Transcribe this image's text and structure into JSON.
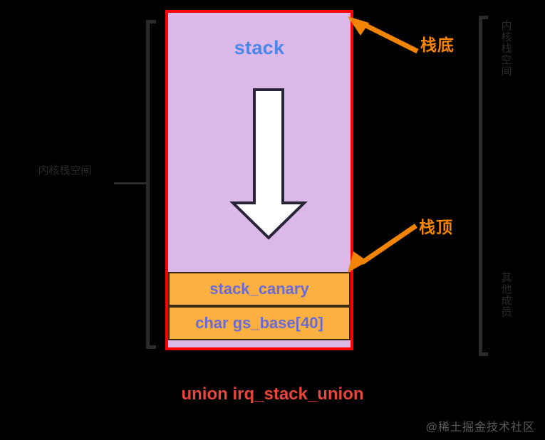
{
  "diagram": {
    "caption": "union irq_stack_union",
    "stack": {
      "label": "stack",
      "arrow_icon": "down-arrow-icon",
      "fill_color": "#DCB8E8",
      "text_color": "#4A86E8"
    },
    "fields": [
      {
        "label": "stack_canary",
        "fill_color": "#FBB040",
        "text_color": "#6B6BD6"
      },
      {
        "label": "char gs_base[40]",
        "fill_color": "#FBB040",
        "text_color": "#6B6BD6"
      }
    ],
    "callouts": [
      {
        "label": "栈底",
        "color": "#F28400",
        "points_to": "stack-top-right-corner"
      },
      {
        "label": "栈顶",
        "color": "#F28400",
        "points_to": "stack-bottom-right-corner"
      }
    ],
    "annotations": {
      "left": "内核栈空间",
      "right_top": "内核栈空间",
      "right_bottom": "其他成员"
    },
    "colors": {
      "background": "#000000",
      "union_border": "#FF0000",
      "bracket": "#2B2B2B",
      "caption": "#E8453C",
      "accent_orange": "#F28400"
    }
  },
  "watermark": {
    "text": "@稀土掘金技术社区"
  }
}
